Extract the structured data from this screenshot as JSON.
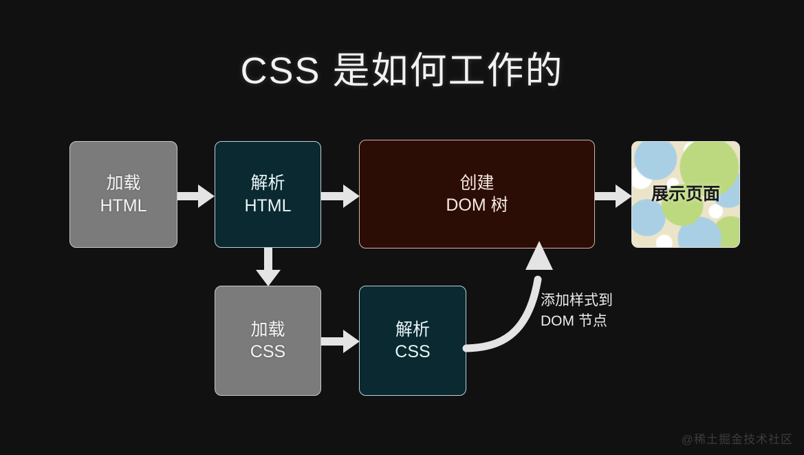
{
  "slide": {
    "title": "CSS 是如何工作的",
    "background_color": "#111111",
    "watermark": "@稀土掘金技术社区"
  },
  "flow": {
    "nodes": [
      {
        "id": "load-html",
        "line1": "加载",
        "line2": "HTML",
        "style": "gray",
        "fill": "#7b7b7b",
        "text_color": "#f4f4f4"
      },
      {
        "id": "parse-html",
        "line1": "解析",
        "line2": "HTML",
        "style": "teal",
        "fill": "#0a2930",
        "text_color": "#e9f5f9"
      },
      {
        "id": "create-dom",
        "line1": "创建",
        "line2": "DOM 树",
        "style": "maroon",
        "fill": "#2c0d05",
        "text_color": "#f6e9e2"
      },
      {
        "id": "show-page",
        "line1": "展示页面",
        "line2": "",
        "style": "image",
        "fill": "#ece4c9",
        "text_color": "#1a1a1a"
      },
      {
        "id": "load-css",
        "line1": "加载",
        "line2": "CSS",
        "style": "gray",
        "fill": "#7b7b7b",
        "text_color": "#f4f4f4"
      },
      {
        "id": "parse-css",
        "line1": "解析",
        "line2": "CSS",
        "style": "teal",
        "fill": "#0a2930",
        "text_color": "#e9f5f9"
      }
    ],
    "connectors": [
      {
        "id": "load-html-to-parse-html",
        "direction": "right",
        "label": ""
      },
      {
        "id": "parse-html-to-create-dom",
        "direction": "right",
        "label": ""
      },
      {
        "id": "create-dom-to-show-page",
        "direction": "right",
        "label": ""
      },
      {
        "id": "parse-html-to-load-css",
        "direction": "down",
        "label": ""
      },
      {
        "id": "load-css-to-parse-css",
        "direction": "right",
        "label": ""
      },
      {
        "id": "parse-css-to-create-dom",
        "direction": "curve-up",
        "label_line1": "添加样式到",
        "label_line2": "DOM 节点"
      }
    ],
    "arrow_color": "#e4e4e4"
  }
}
